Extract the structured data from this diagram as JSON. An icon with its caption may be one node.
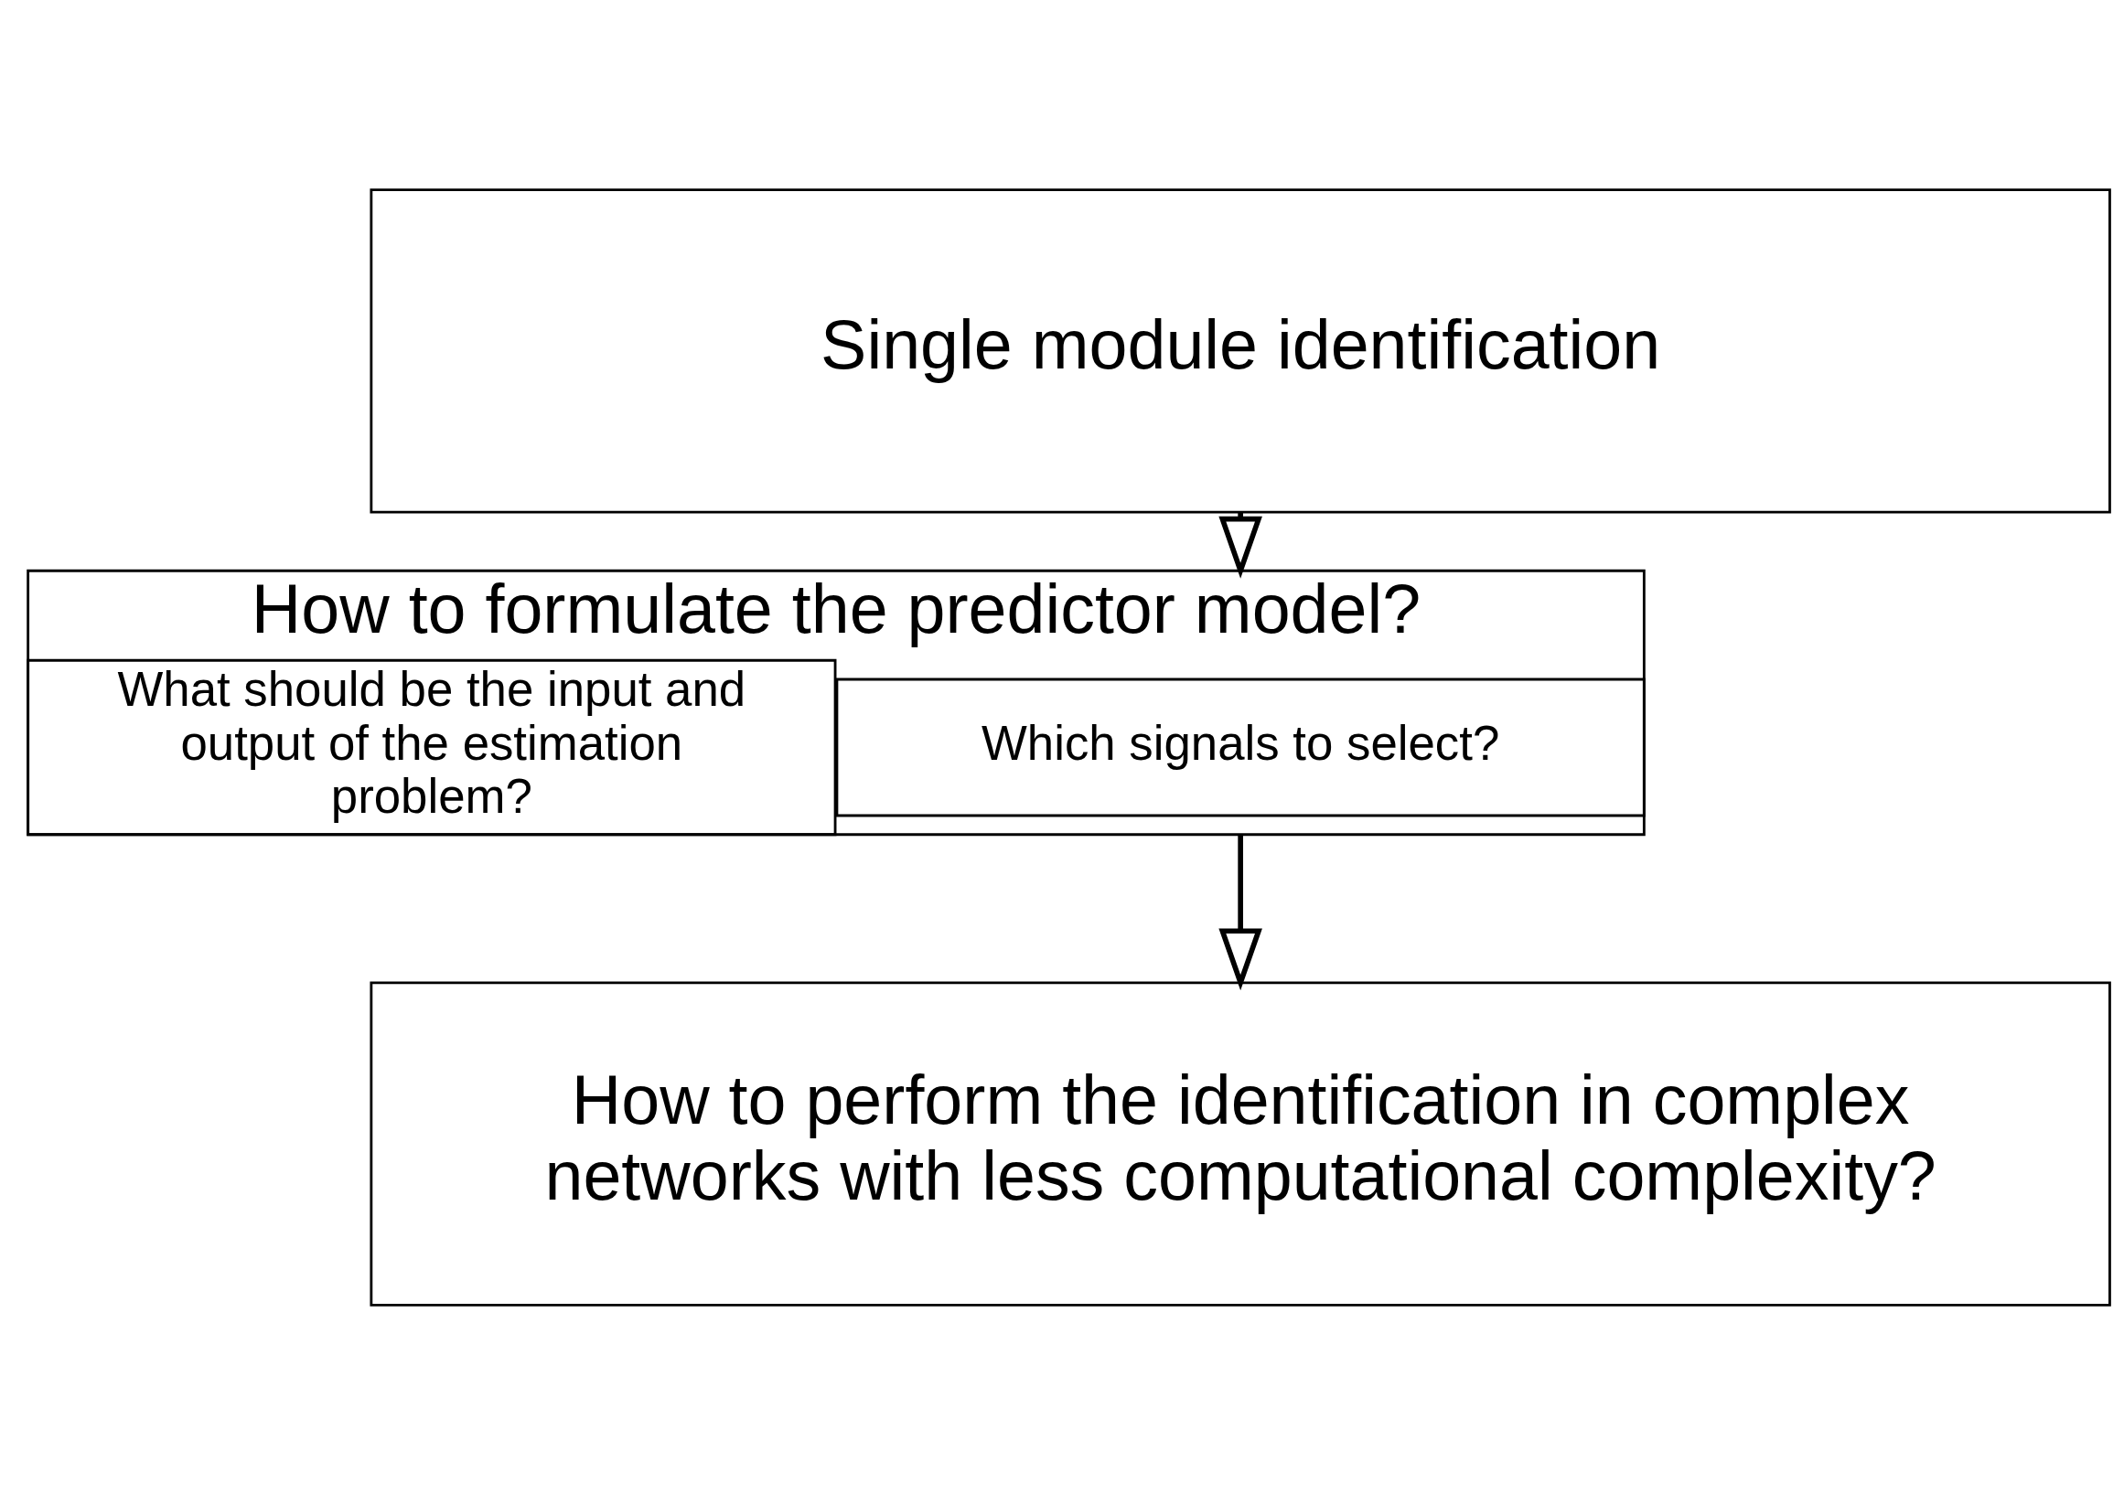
{
  "diagram": {
    "nodes": [
      {
        "text": [
          "Single module identification"
        ]
      },
      {
        "text": [
          "How to formulate the predictor model?"
        ]
      },
      {
        "text": [
          "Which signals to select?"
        ],
        "in": 1
      },
      {
        "text": [
          "What should be the input and output of the estimation problem?"
        ],
        "in": 1
      },
      {
        "text": [
          "How to perform the identification in complex networks with less computational complexity?"
        ]
      }
    ],
    "edges": [
      {
        "from": 0,
        "to": 1,
        "arrow": "to"
      },
      {
        "from": 1,
        "to": 4,
        "arrow": "to"
      }
    ]
  }
}
